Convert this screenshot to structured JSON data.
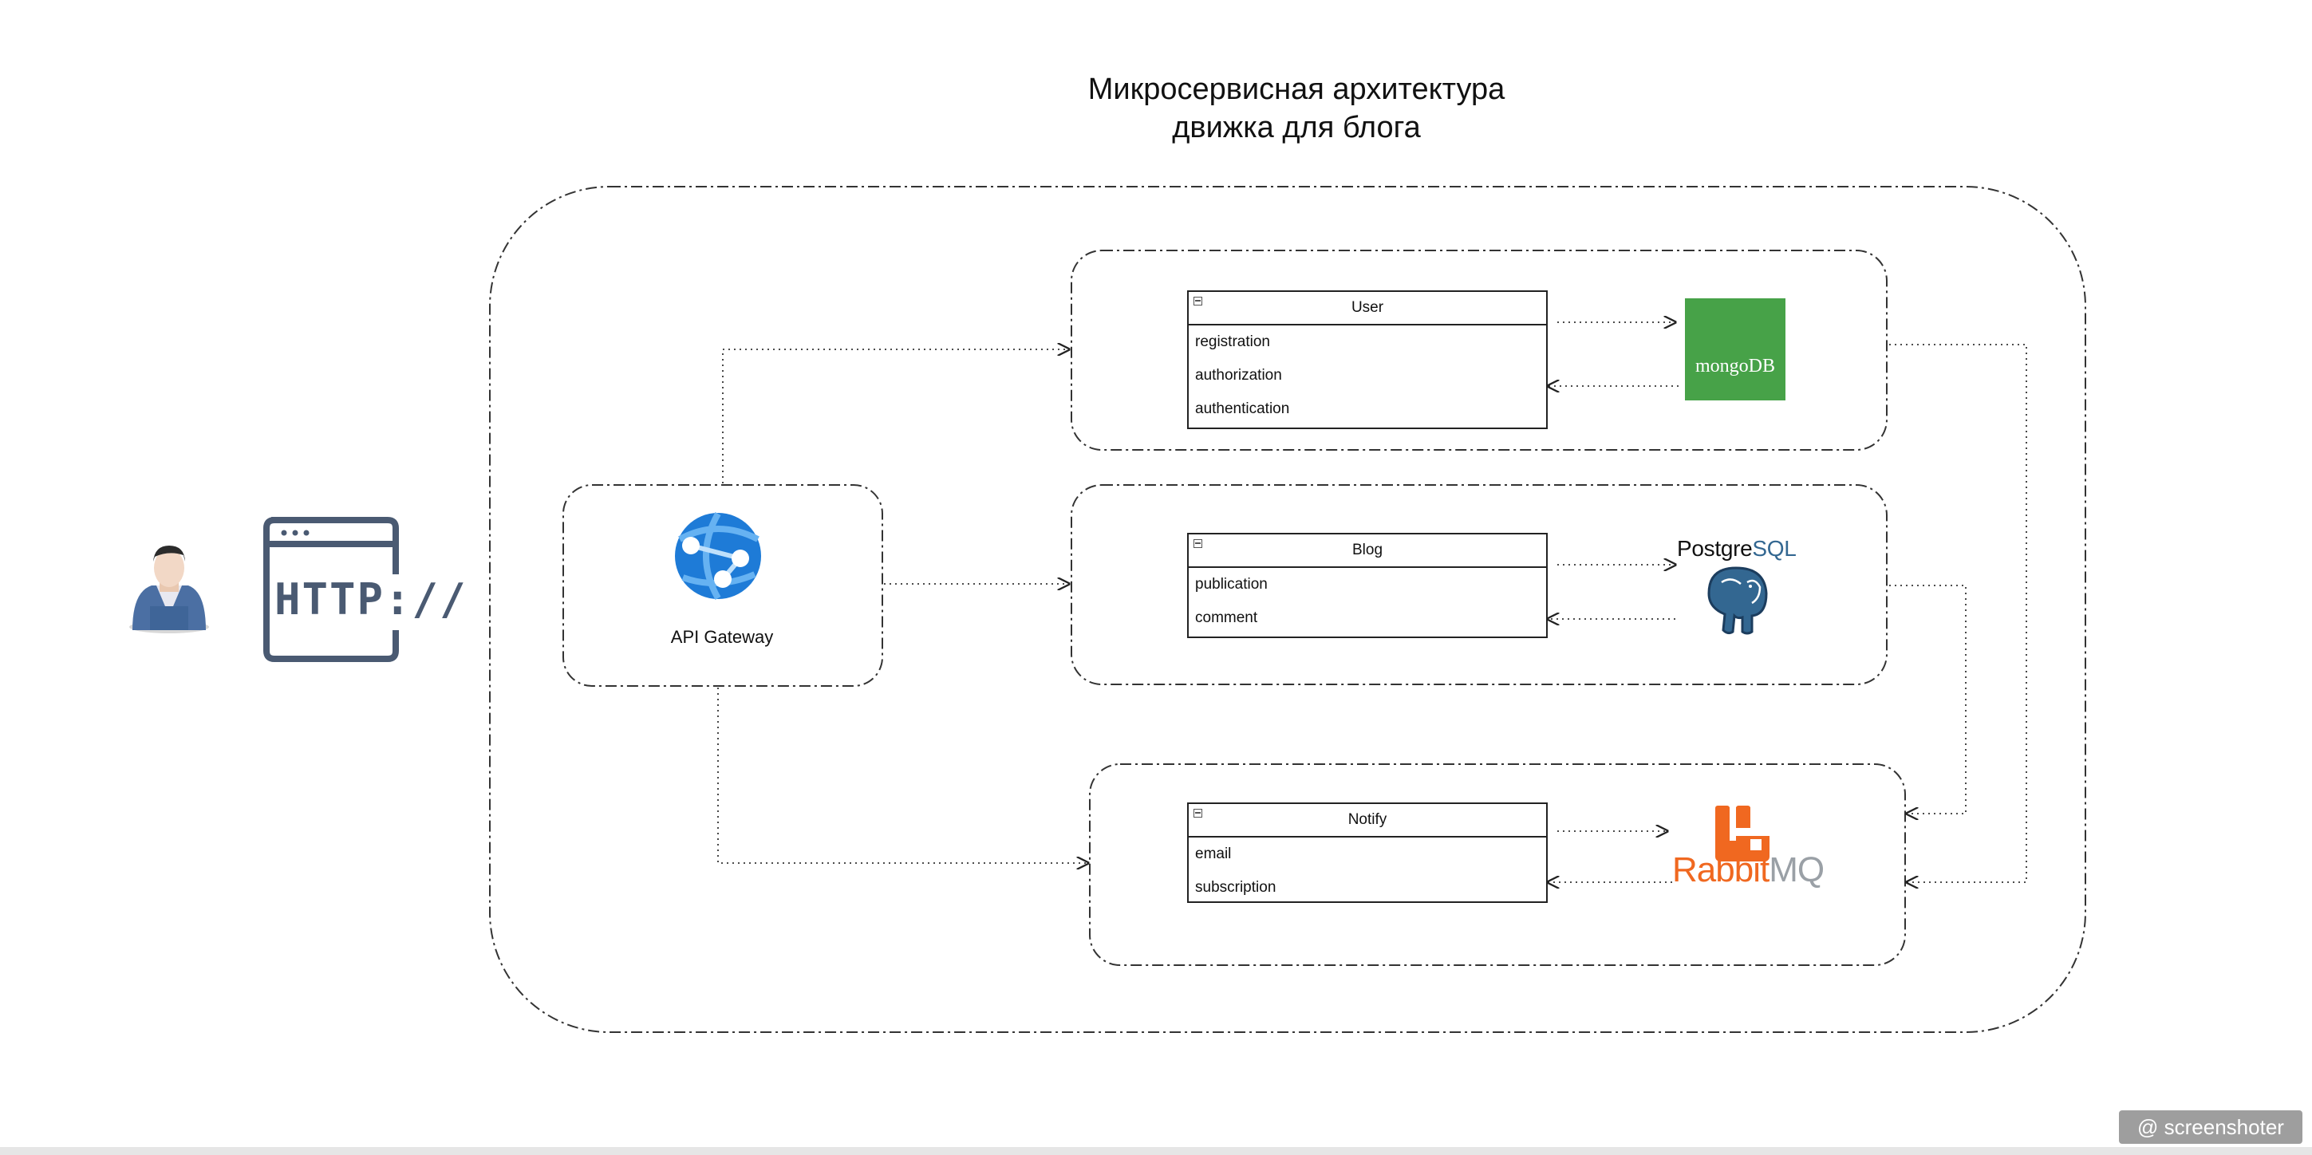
{
  "title": {
    "line1": "Микросервисная архитектура",
    "line2": "движка для блога"
  },
  "gateway": {
    "label": "API Gateway"
  },
  "services": {
    "user": {
      "name": "User",
      "rows": [
        "registration",
        "authorization",
        "authentication"
      ]
    },
    "blog": {
      "name": "Blog",
      "rows": [
        "publication",
        "comment"
      ]
    },
    "notify": {
      "name": "Notify",
      "rows": [
        "email",
        "subscription"
      ]
    }
  },
  "databases": {
    "mongo": {
      "text": "mongoDB",
      "color": "#47a248"
    },
    "postgres": {
      "text_a": "Postgre",
      "text_b": "SQL",
      "color": "#336791"
    },
    "rabbit": {
      "text_a": "Rabbit",
      "text_b": "MQ",
      "color": "#f06820"
    }
  },
  "icons": {
    "user": "person-icon",
    "http": "http-icon",
    "gateway": "azure-api-gateway-icon"
  },
  "colors": {
    "http_icon": "#4a5a72",
    "gateway_blue": "#1e7bd7"
  },
  "watermark": "@ screenshoter"
}
